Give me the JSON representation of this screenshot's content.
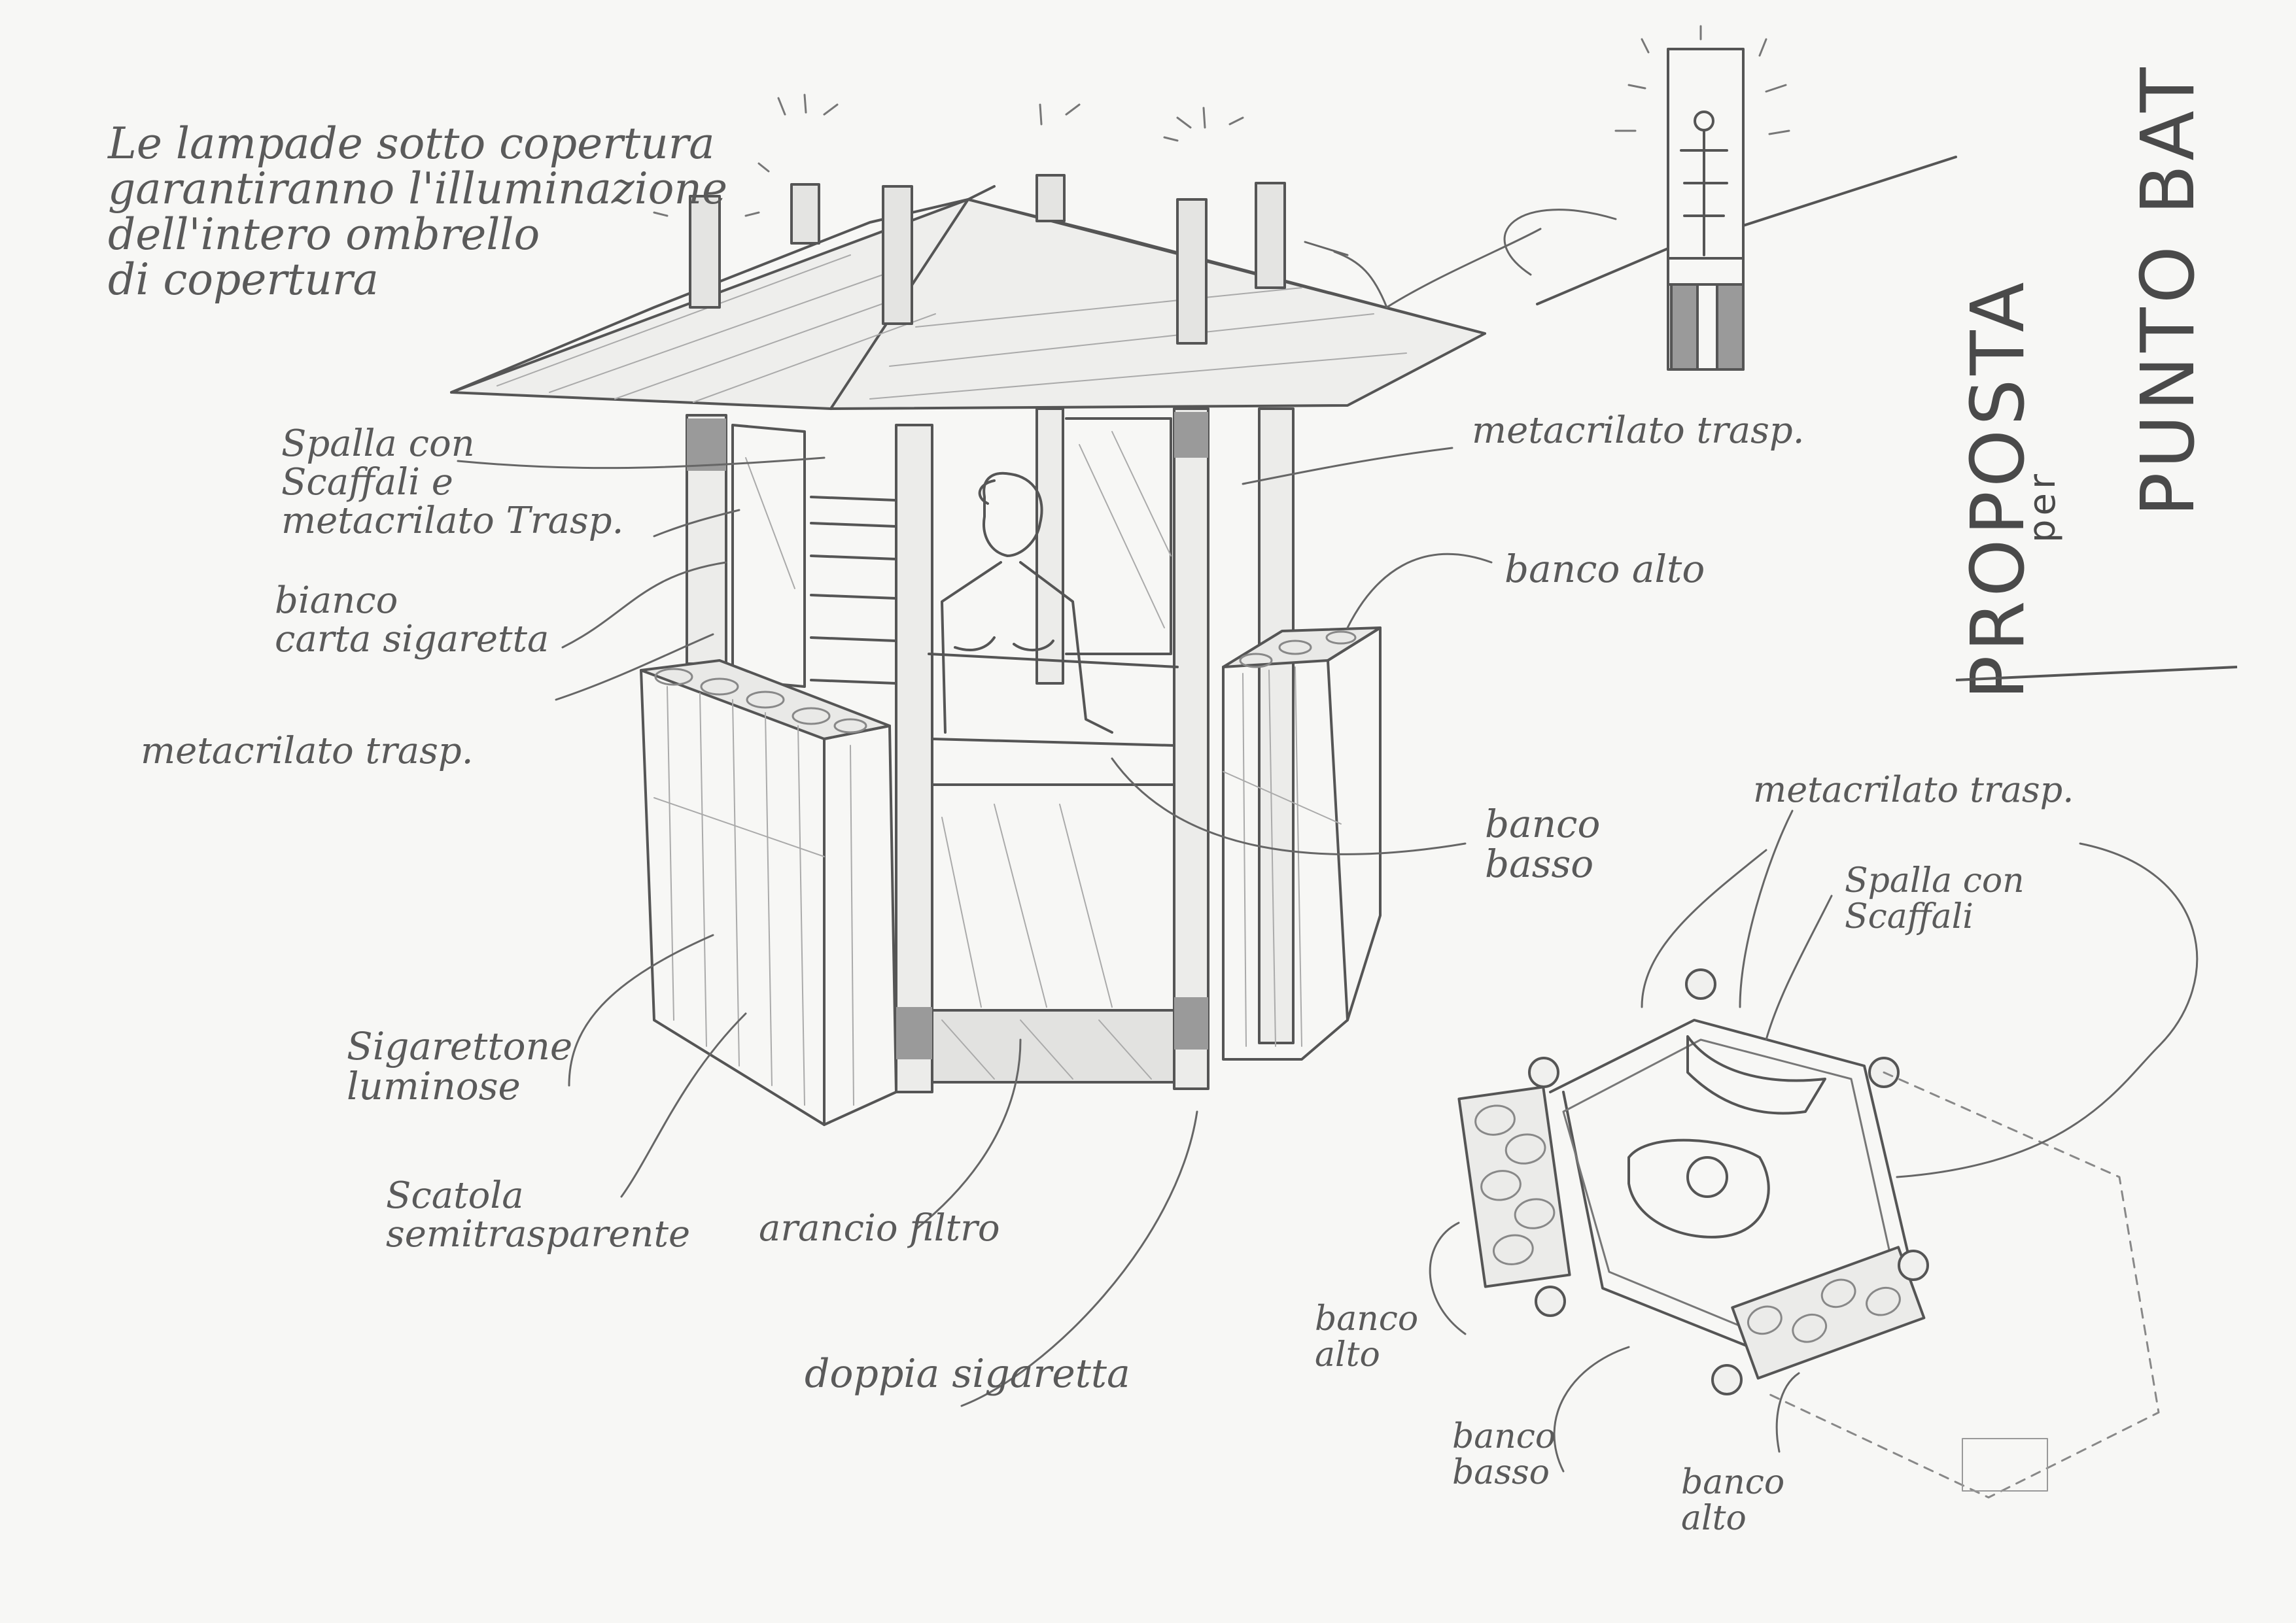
{
  "labels": {
    "lampade": "Le lampade sotto copertura\ngarantiranno l'illuminazione\ndell'intero ombrello\ndi copertura",
    "spalla_scaffali_1": "Spalla con\nScaffali e\nmetacrilato Trasp.",
    "bianco": "bianco\ncarta sigaretta",
    "metacrilato_left": "metacrilato trasp.",
    "metacrilato_right": "metacrilato trasp.",
    "banco_alto_1": "banco alto",
    "banco_basso_1": "banco\nbasso",
    "metacrilato_plan": "metacrilato trasp.",
    "spalla_scaffali_2": "Spalla con\nScaffali",
    "sigarettone": "Sigarettone\nluminose",
    "scatola": "Scatola\nsemitrasparente",
    "arancio": "arancio filtro",
    "doppia": "doppia sigaretta",
    "banco_alto_2": "banco\nalto",
    "banco_basso_2": "banco\nbasso",
    "banco_alto_3": "banco\nalto"
  },
  "title": {
    "line1": "PROPOSTA",
    "line2": "per",
    "line3": "PUNTO BAT"
  },
  "colors": {
    "pencil": "#555555",
    "paper": "#f7f7f5",
    "shade": "#9a9a9a"
  }
}
